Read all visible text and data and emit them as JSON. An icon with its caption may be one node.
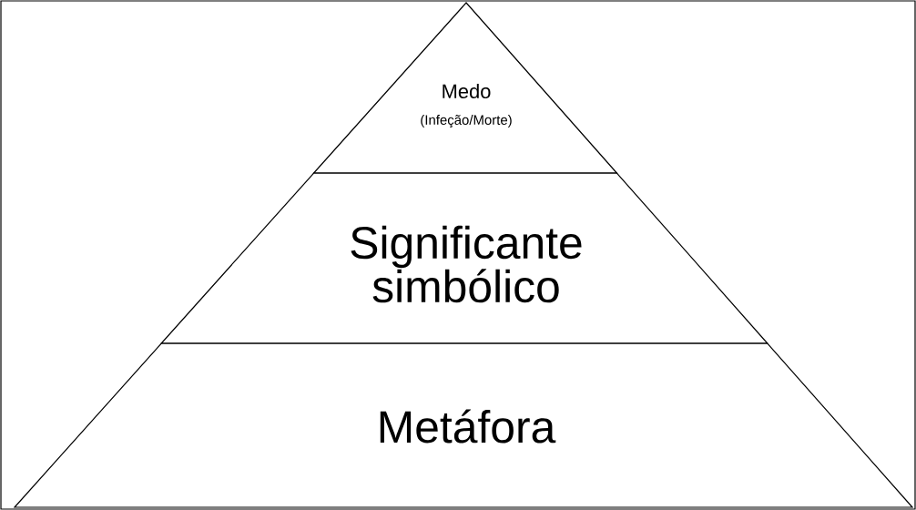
{
  "diagram": {
    "nodes": [
      {
        "text": [
          "Medo",
          "(Infeção/Morte)"
        ]
      },
      {
        "text": [
          "Significante simbólico"
        ]
      },
      {
        "text": [
          "Metáfora"
        ]
      }
    ]
  }
}
